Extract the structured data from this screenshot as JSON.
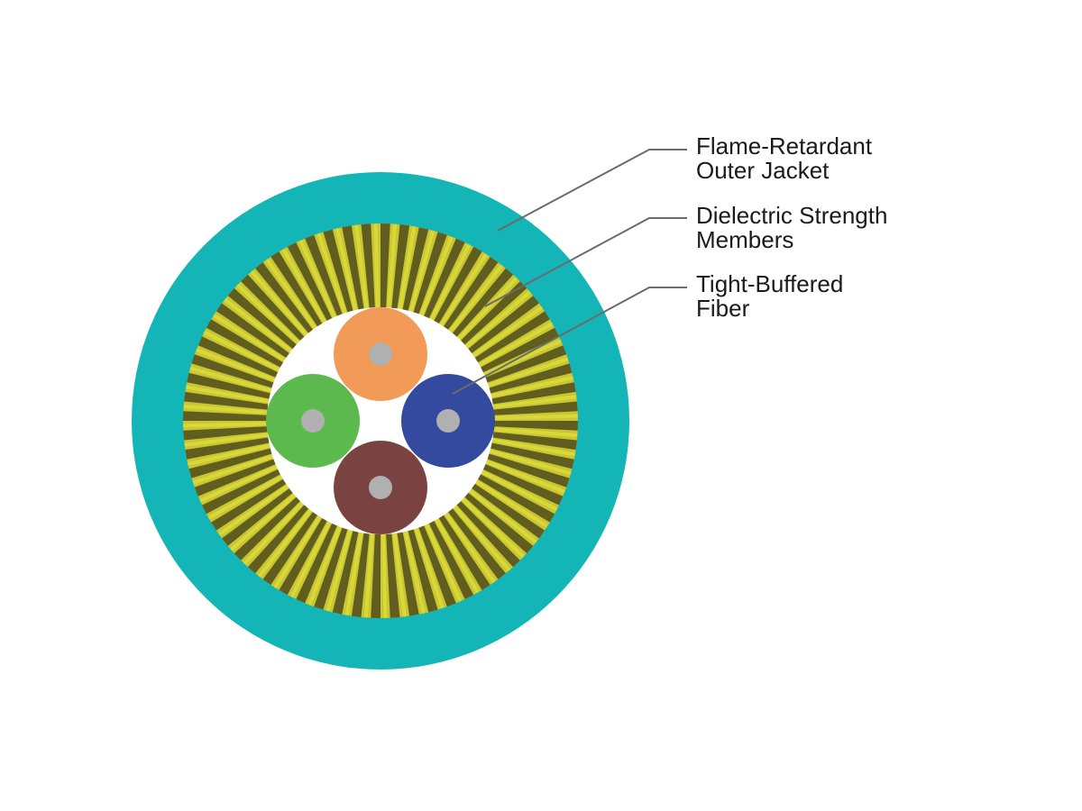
{
  "labels": {
    "jacket": {
      "line1": "Flame-Retardant",
      "line2": "Outer Jacket"
    },
    "strength": {
      "line1": "Dielectric Strength",
      "line2": "Members"
    },
    "fiber": {
      "line1": "Tight-Buffered",
      "line2": "Fiber"
    }
  },
  "colors": {
    "jacket": "#14b5b6",
    "strength_light": "#dcdc3a",
    "strength_dark": "#3e3a1a",
    "core": "#ffffff",
    "fiber_core": "#b0b0b0",
    "leader_line": "#6b6b6b",
    "fibers": {
      "orange": "#f29a58",
      "green": "#5cb94e",
      "blue": "#344a9e",
      "brown": "#7b4242"
    }
  }
}
